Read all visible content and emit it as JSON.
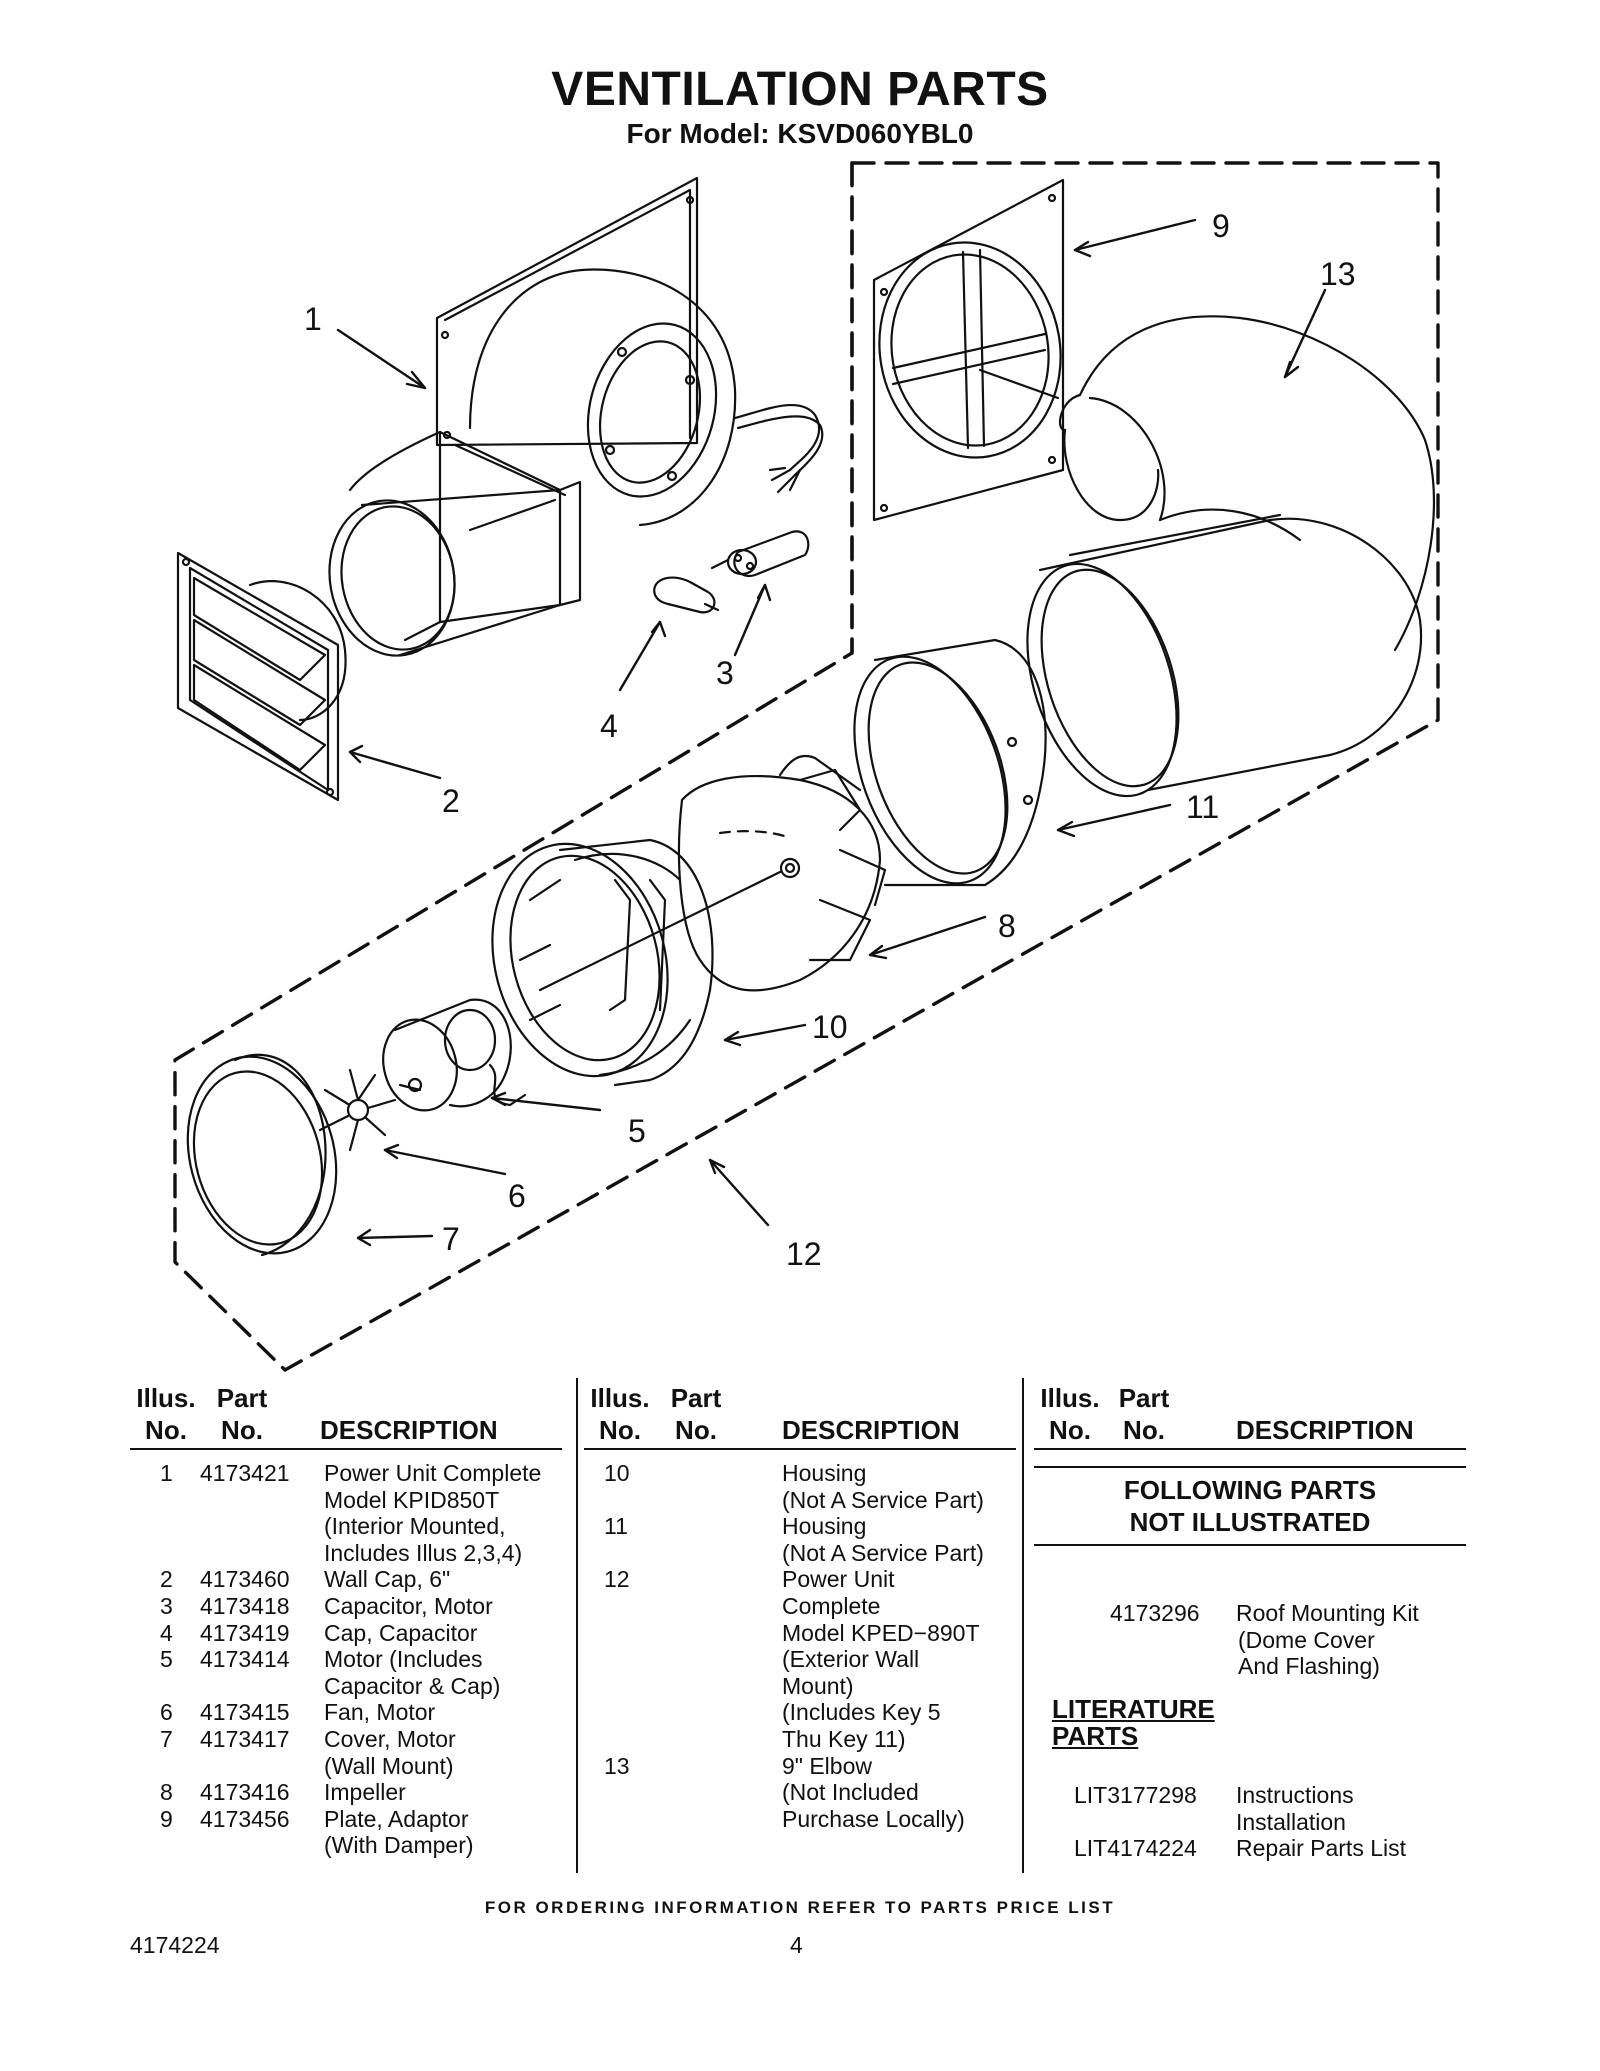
{
  "title": "VENTILATION PARTS",
  "subtitle": "For Model: KSVD060YBL0",
  "callouts": [
    "1",
    "2",
    "3",
    "4",
    "5",
    "6",
    "7",
    "8",
    "9",
    "10",
    "11",
    "12",
    "13"
  ],
  "header": {
    "illus": "Illus.",
    "no": "No.",
    "part": "Part",
    "desc": "DESCRIPTION"
  },
  "col1": [
    {
      "illus": "1",
      "part": "4173421",
      "desc": [
        "Power Unit Complete",
        "Model KPID850T",
        "(Interior Mounted,",
        "Includes Illus 2,3,4)"
      ]
    },
    {
      "illus": "2",
      "part": "4173460",
      "desc": [
        "Wall Cap, 6\""
      ]
    },
    {
      "illus": "3",
      "part": "4173418",
      "desc": [
        "Capacitor, Motor"
      ]
    },
    {
      "illus": "4",
      "part": "4173419",
      "desc": [
        "Cap, Capacitor"
      ]
    },
    {
      "illus": "5",
      "part": "4173414",
      "desc": [
        "Motor (Includes",
        "Capacitor & Cap)"
      ]
    },
    {
      "illus": "6",
      "part": "4173415",
      "desc": [
        "Fan, Motor"
      ]
    },
    {
      "illus": "7",
      "part": "4173417",
      "desc": [
        "Cover, Motor",
        "(Wall Mount)"
      ]
    },
    {
      "illus": "8",
      "part": "4173416",
      "desc": [
        "Impeller"
      ]
    },
    {
      "illus": "9",
      "part": "4173456",
      "desc": [
        "Plate, Adaptor",
        "(With Damper)"
      ]
    }
  ],
  "col2": [
    {
      "illus": "10",
      "part": "",
      "desc": [
        "Housing",
        "(Not A Service Part)"
      ]
    },
    {
      "illus": "11",
      "part": "",
      "desc": [
        "Housing",
        "(Not A Service Part)"
      ]
    },
    {
      "illus": "12",
      "part": "",
      "desc": [
        "Power Unit",
        "Complete",
        "Model KPED−890T",
        "(Exterior Wall",
        "Mount)",
        "(Includes Key 5",
        "Thu Key 11)"
      ]
    },
    {
      "illus": "13",
      "part": "",
      "desc": [
        "9\" Elbow",
        "(Not Included",
        "Purchase Locally)"
      ]
    }
  ],
  "not_illustrated": {
    "heading1": "FOLLOWING PARTS",
    "heading2": "NOT ILLUSTRATED",
    "items": [
      {
        "part": "4173296",
        "desc": [
          "Roof Mounting Kit",
          "(Dome Cover",
          "And Flashing)"
        ]
      }
    ]
  },
  "literature": {
    "heading": "LITERATURE PARTS",
    "items": [
      {
        "part": "LIT3177298",
        "desc": [
          "Instructions",
          "Installation"
        ]
      },
      {
        "part": "LIT4174224",
        "desc": [
          "Repair Parts List"
        ]
      }
    ]
  },
  "footer": "FOR ORDERING INFORMATION REFER TO PARTS PRICE LIST",
  "doc_number": "4174224",
  "page_number": "4"
}
